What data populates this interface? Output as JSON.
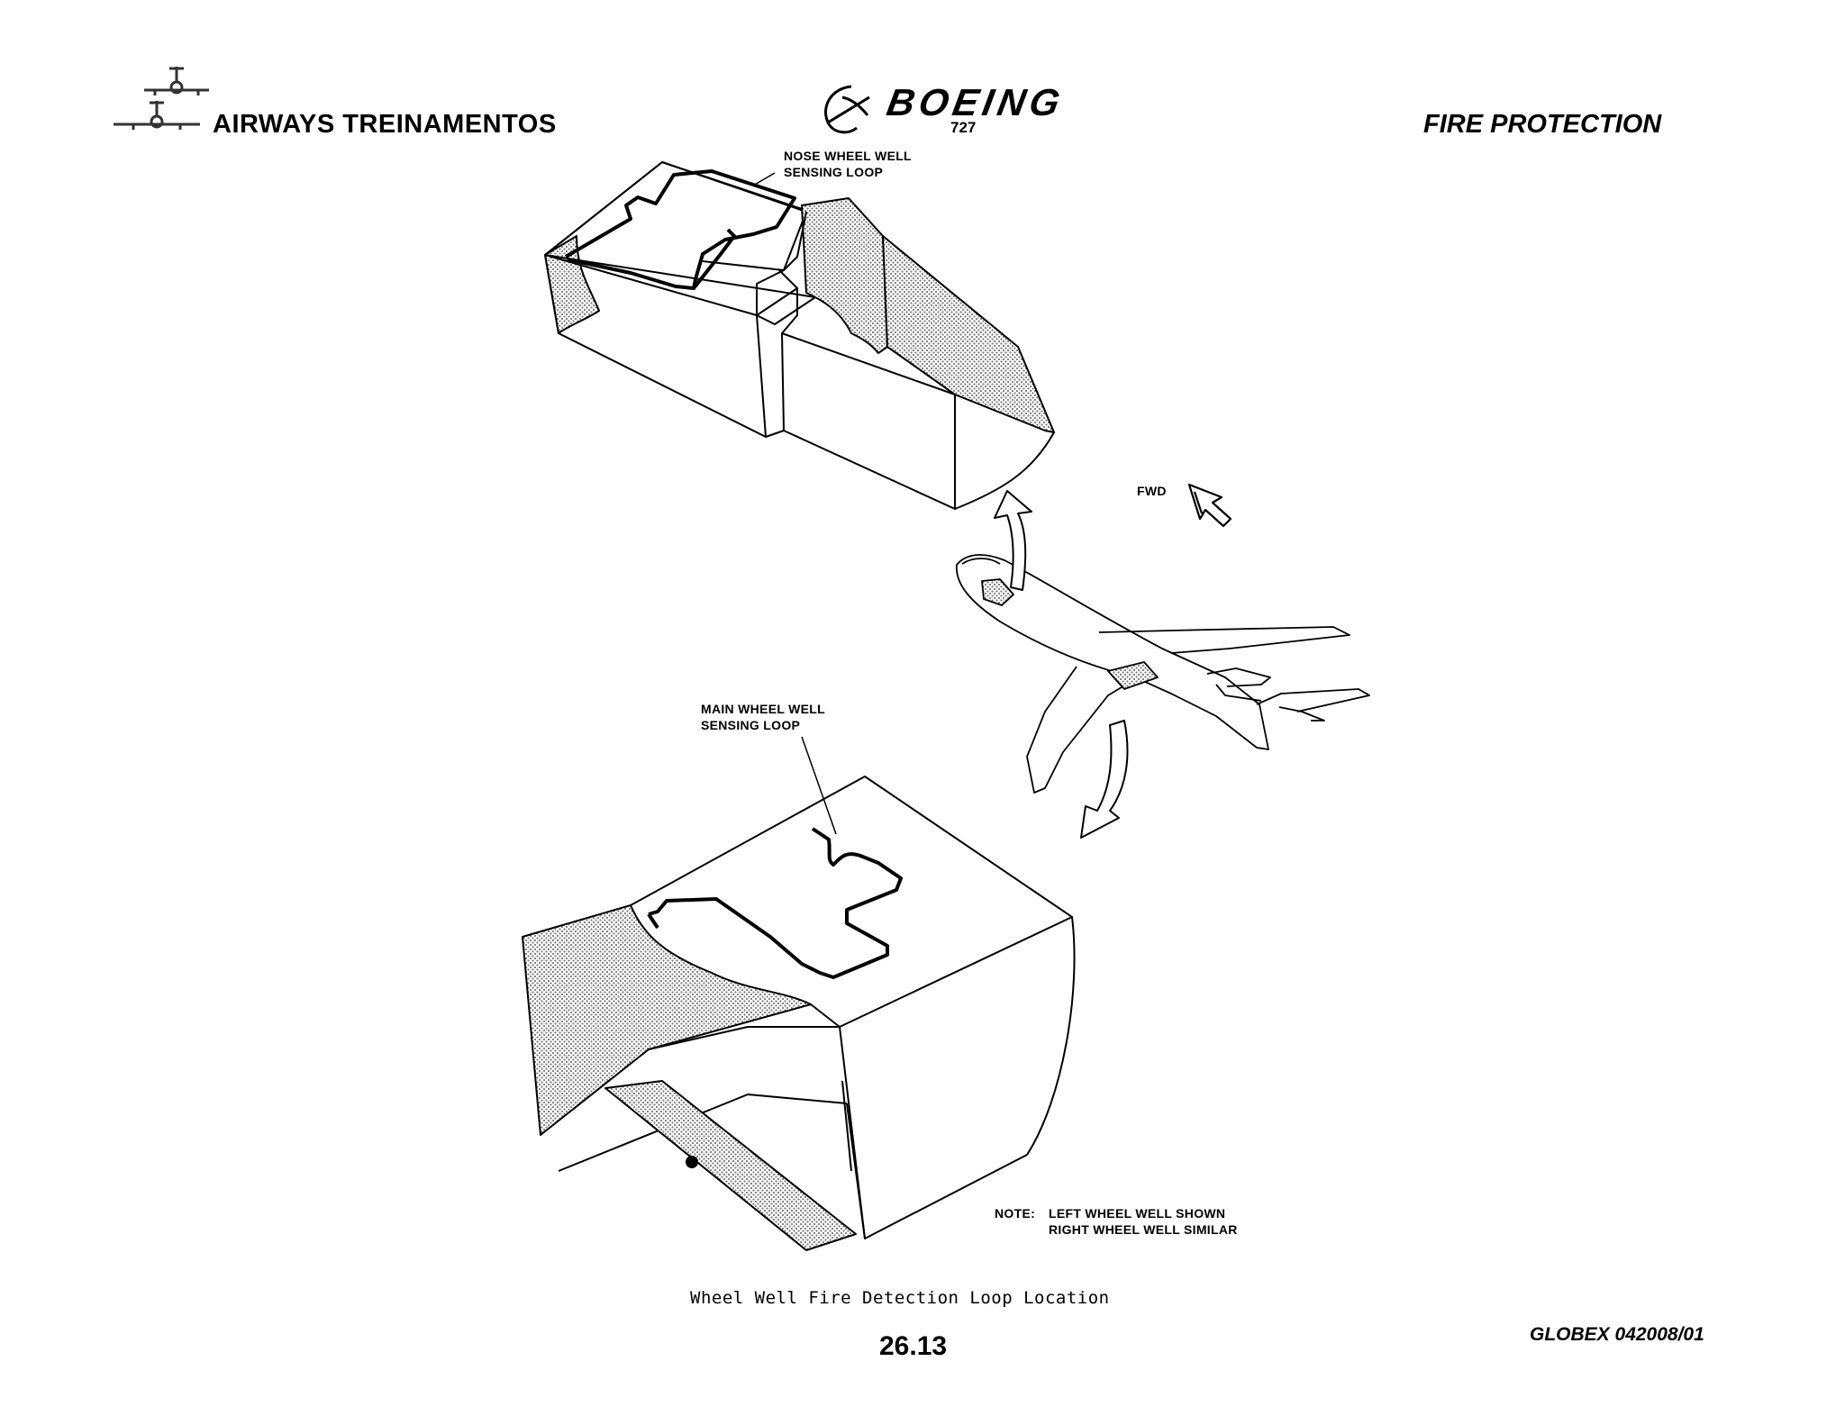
{
  "header": {
    "brand_name": "AIRWAYS  TREINAMENTOS",
    "manufacturer": "BOEING",
    "model": "727",
    "section_title": "FIRE PROTECTION"
  },
  "diagram": {
    "labels": {
      "nose_loop": [
        "NOSE WHEEL WELL",
        "SENSING LOOP"
      ],
      "main_loop": [
        "MAIN WHEEL WELL",
        "SENSING LOOP"
      ],
      "fwd": "FWD",
      "note_prefix": "NOTE:",
      "note_lines": [
        "LEFT WHEEL WELL SHOWN",
        "RIGHT WHEEL WELL SIMILAR"
      ]
    },
    "caption": "Wheel Well Fire Detection Loop Location"
  },
  "footer": {
    "page_number": "26.13",
    "doc_code": "GLOBEX 042008/01"
  },
  "colors": {
    "ink": "#000000",
    "hatch": "#9a9a9a",
    "background": "#ffffff"
  },
  "icons": {
    "brand_logo": "airplane-silhouettes-icon",
    "boeing_logo": "boeing-swoosh-icon",
    "fwd_arrow": "forward-arrow-icon"
  }
}
